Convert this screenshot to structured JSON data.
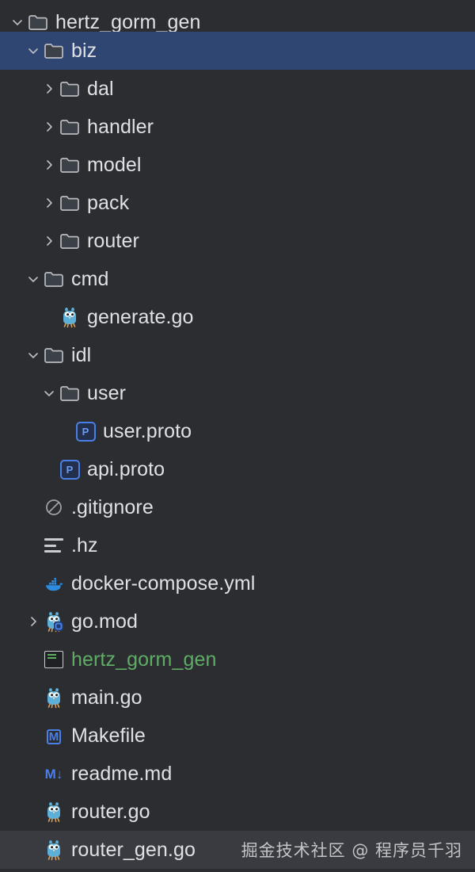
{
  "theme": {
    "background": "#2b2d30",
    "selection": "#2f4673",
    "hover": "#393b40",
    "text": "#dfe1e5",
    "green_text": "#5fad65",
    "accent_blue": "#4a7fe8"
  },
  "tree": {
    "rows": [
      {
        "label": "hertz_gorm_gen",
        "icon": "folder-icon",
        "twisty": "chevron-down-icon",
        "depth": 0,
        "state": "clipped"
      },
      {
        "label": "biz",
        "icon": "folder-icon",
        "twisty": "chevron-down-icon",
        "depth": 1,
        "state": "selected"
      },
      {
        "label": "dal",
        "icon": "folder-icon",
        "twisty": "chevron-right-icon",
        "depth": 2,
        "state": "normal"
      },
      {
        "label": "handler",
        "icon": "folder-icon",
        "twisty": "chevron-right-icon",
        "depth": 2,
        "state": "normal"
      },
      {
        "label": "model",
        "icon": "folder-icon",
        "twisty": "chevron-right-icon",
        "depth": 2,
        "state": "normal"
      },
      {
        "label": "pack",
        "icon": "folder-icon",
        "twisty": "chevron-right-icon",
        "depth": 2,
        "state": "normal"
      },
      {
        "label": "router",
        "icon": "folder-icon",
        "twisty": "chevron-right-icon",
        "depth": 2,
        "state": "normal"
      },
      {
        "label": "cmd",
        "icon": "folder-icon",
        "twisty": "chevron-down-icon",
        "depth": 1,
        "state": "normal"
      },
      {
        "label": "generate.go",
        "icon": "go-gopher-icon",
        "twisty": "none",
        "depth": 2,
        "state": "normal"
      },
      {
        "label": "idl",
        "icon": "folder-icon",
        "twisty": "chevron-down-icon",
        "depth": 1,
        "state": "normal"
      },
      {
        "label": "user",
        "icon": "folder-icon",
        "twisty": "chevron-down-icon",
        "depth": 2,
        "state": "normal"
      },
      {
        "label": "user.proto",
        "icon": "proto-file-icon",
        "twisty": "none",
        "depth": 3,
        "state": "normal"
      },
      {
        "label": "api.proto",
        "icon": "proto-file-icon",
        "twisty": "none",
        "depth": 2,
        "state": "normal"
      },
      {
        "label": ".gitignore",
        "icon": "gitignore-icon",
        "twisty": "none",
        "depth": 1,
        "state": "normal"
      },
      {
        "label": ".hz",
        "icon": "text-lines-icon",
        "twisty": "none",
        "depth": 1,
        "state": "normal"
      },
      {
        "label": "docker-compose.yml",
        "icon": "docker-icon",
        "twisty": "none",
        "depth": 1,
        "state": "normal"
      },
      {
        "label": "go.mod",
        "icon": "go-module-icon",
        "twisty": "chevron-right-icon",
        "depth": 1,
        "state": "normal"
      },
      {
        "label": "hertz_gorm_gen",
        "icon": "executable-icon",
        "twisty": "none",
        "depth": 1,
        "state": "normal",
        "color": "green"
      },
      {
        "label": "main.go",
        "icon": "go-gopher-icon",
        "twisty": "none",
        "depth": 1,
        "state": "normal"
      },
      {
        "label": "Makefile",
        "icon": "makefile-icon",
        "twisty": "none",
        "depth": 1,
        "state": "normal"
      },
      {
        "label": "readme.md",
        "icon": "markdown-icon",
        "twisty": "none",
        "depth": 1,
        "state": "normal"
      },
      {
        "label": "router.go",
        "icon": "go-gopher-icon",
        "twisty": "none",
        "depth": 1,
        "state": "normal"
      },
      {
        "label": "router_gen.go",
        "icon": "go-gopher-icon",
        "twisty": "none",
        "depth": 1,
        "state": "hover"
      }
    ]
  },
  "watermark": {
    "text": "掘金技术社区 @ 程序员千羽"
  }
}
